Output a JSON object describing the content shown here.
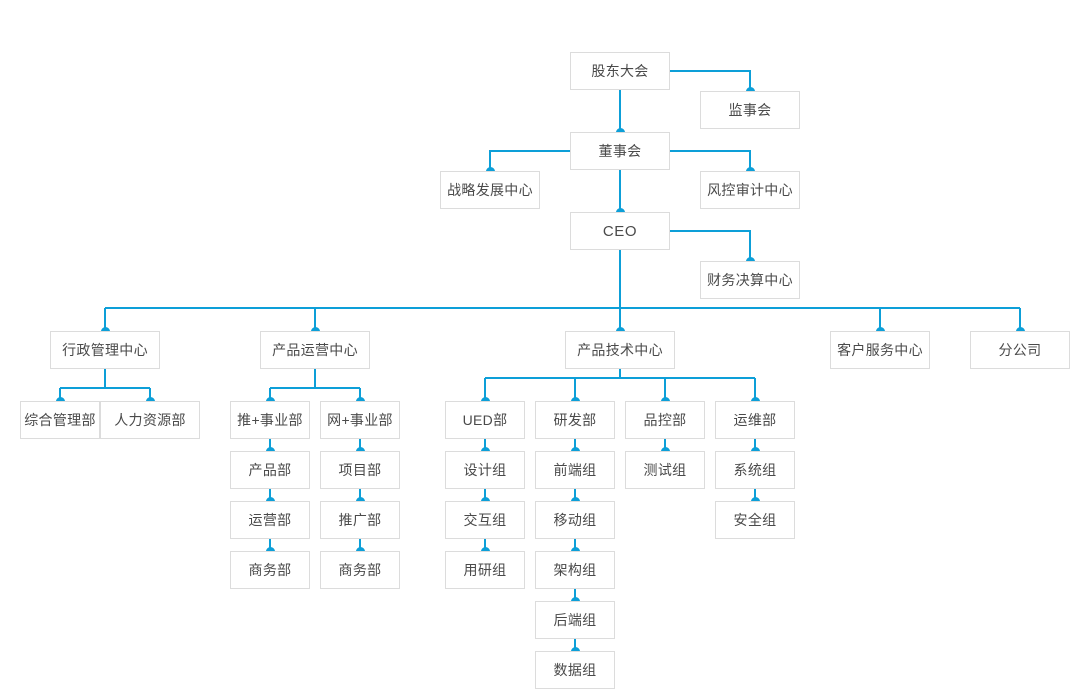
{
  "meta": {
    "title": "组织架构图",
    "accent_color": "#0d9fd8",
    "box_border_color": "#dcdcdc",
    "text_color": "#4a4a4a",
    "background_color": "#ffffff"
  },
  "nodes": {
    "shareholders": "股东大会",
    "supervisors": "监事会",
    "board": "董事会",
    "strategy": "战略发展中心",
    "risk_audit": "风控审计中心",
    "ceo": "CEO",
    "finance": "财务决算中心",
    "admin_center": "行政管理中心",
    "general_admin": "综合管理部",
    "hr": "人力资源部",
    "product_ops_center": "产品运营中心",
    "tui_plus": "推+事业部",
    "wang_plus": "网+事业部",
    "product_dept": "产品部",
    "project_dept": "项目部",
    "ops_dept": "运营部",
    "promo_dept": "推广部",
    "biz_dept_left": "商务部",
    "biz_dept_right": "商务部",
    "tech_center": "产品技术中心",
    "ued_dept": "UED部",
    "rd_dept": "研发部",
    "qa_dept": "品控部",
    "ops_maint_dept": "运维部",
    "design_group": "设计组",
    "interaction_group": "交互组",
    "user_research_group": "用研组",
    "frontend_group": "前端组",
    "mobile_group": "移动组",
    "architecture_group": "架构组",
    "backend_group": "后端组",
    "data_group": "数据组",
    "test_group": "测试组",
    "system_group": "系统组",
    "security_group": "安全组",
    "customer_service_center": "客户服务中心",
    "branch_company": "分公司"
  }
}
